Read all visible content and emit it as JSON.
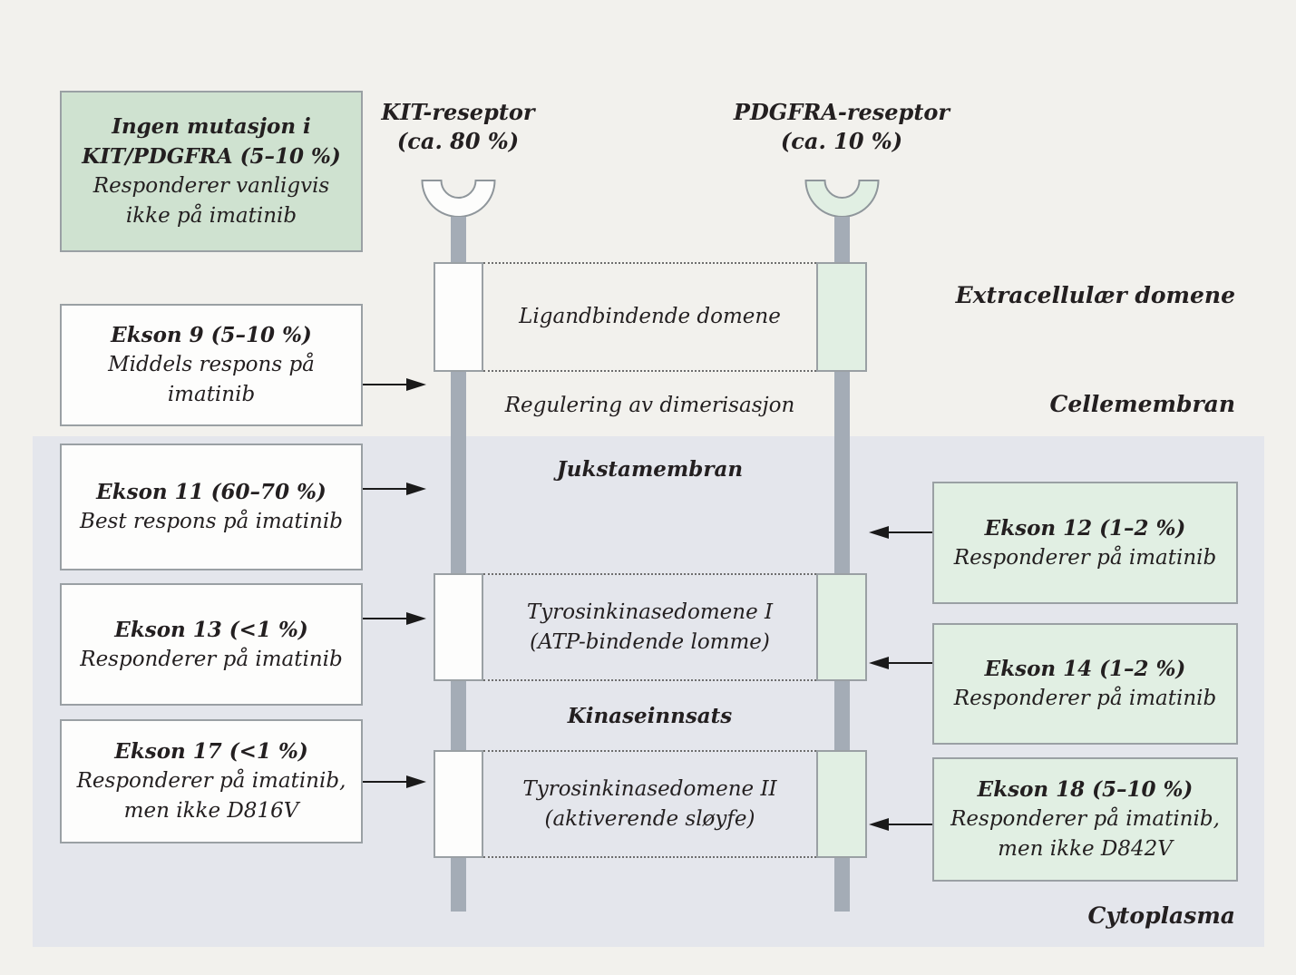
{
  "colors": {
    "page_bg": "#f2f1ed",
    "cytoplasm_bg": "#e4e6ec",
    "info_box_green": "#cfe2d0",
    "mutation_box_green": "#e1efe3",
    "receptor_gray": "#a4acb6",
    "border_gray": "#9aa0a4",
    "arrow_black": "#1a1a1a"
  },
  "receptors": {
    "kit": {
      "name": "KIT-reseptor",
      "share": "(ca. 80 %)"
    },
    "pdgfra": {
      "name": "PDGFRA-reseptor",
      "share": "(ca. 10 %)"
    }
  },
  "info_box": {
    "line1": "Ingen mutasjon i",
    "line2": "KIT/PDGFRA (5–10 %)",
    "line3": "Responderer vanligvis",
    "line4": "ikke på imatinib"
  },
  "left_boxes": [
    {
      "title": "Ekson 9 (5–10 %)",
      "body": "Middels respons på imatinib"
    },
    {
      "title": "Ekson 11 (60–70 %)",
      "body": "Best respons på imatinib"
    },
    {
      "title": "Ekson 13 (<1 %)",
      "body": "Responderer på imatinib"
    },
    {
      "title": "Ekson 17 (<1 %)",
      "body": "Responderer på imatinib, men ikke D816V"
    }
  ],
  "right_boxes": [
    {
      "title": "Ekson 12 (1–2 %)",
      "body": "Responderer på imatinib"
    },
    {
      "title": "Ekson 14 (1–2 %)",
      "body": "Responderer på imatinib"
    },
    {
      "title": "Ekson 18 (5–10 %)",
      "body": "Responderer på imatinib, men ikke D842V"
    }
  ],
  "domains": [
    {
      "title": "Ligandbindende domene",
      "sub": ""
    },
    {
      "title": "Tyrosinkinasedomene I",
      "sub": "(ATP-bindende lomme)"
    },
    {
      "title": "Tyrosinkinasedomene II",
      "sub": "(aktiverende sløyfe)"
    }
  ],
  "zones": {
    "dimerization": "Regulering av dimerisasjon",
    "juxtamembrane": "Jukstamembran",
    "kinase_insert": "Kinaseinnsats"
  },
  "regions": {
    "extracellular": "Extracellulær domene",
    "membrane": "Cellemembran",
    "cytoplasm": "Cytoplasma"
  }
}
